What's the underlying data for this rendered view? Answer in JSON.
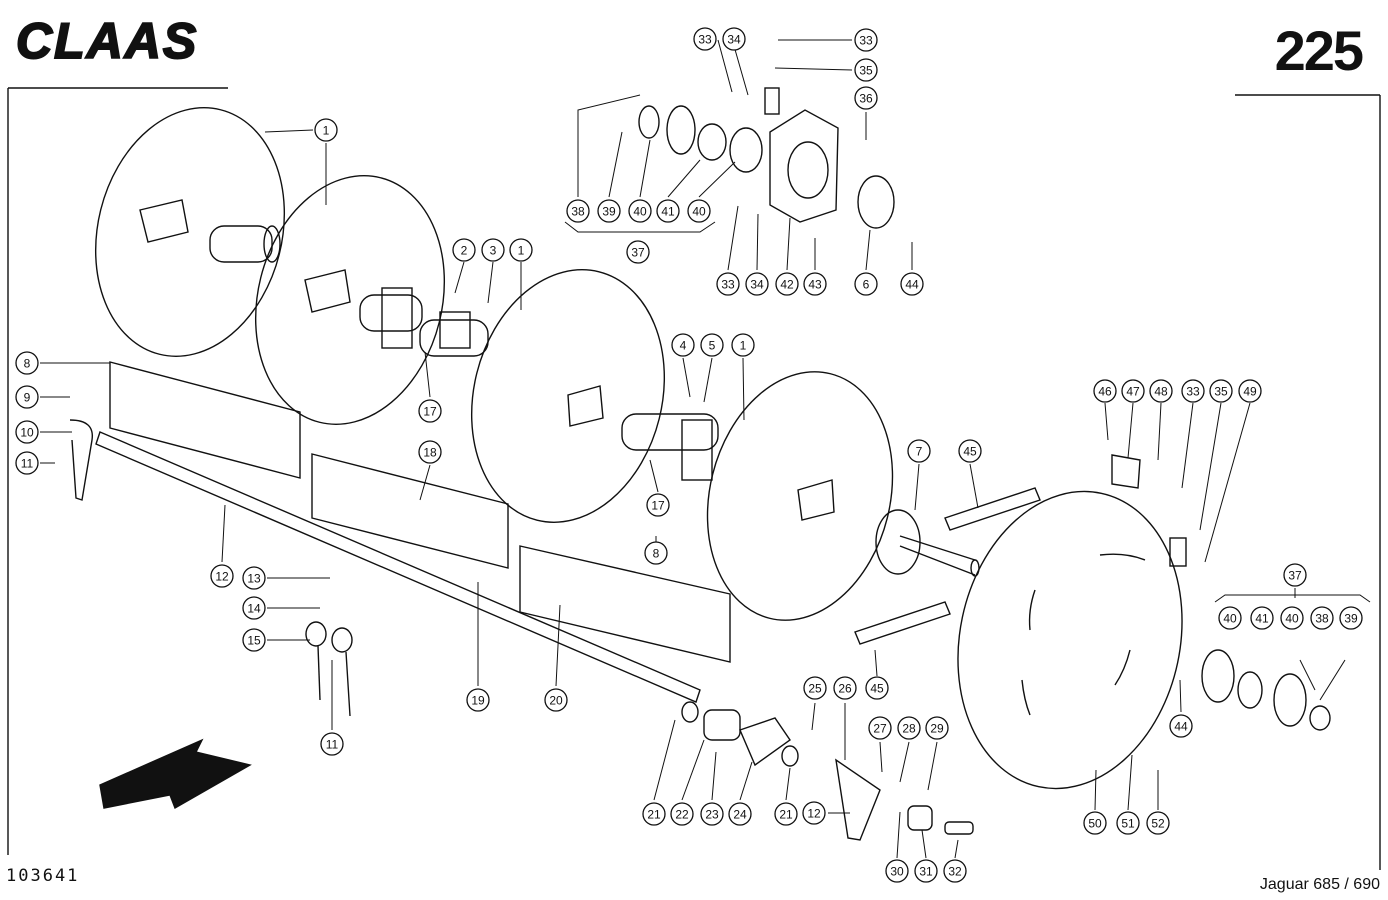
{
  "brand": "CLAAS",
  "page_number": "225",
  "document_number": "103641",
  "model": "Jaguar 685 / 690",
  "callouts": [
    {
      "id": "c33a",
      "label": "33"
    },
    {
      "id": "c34a",
      "label": "34"
    },
    {
      "id": "c33b",
      "label": "33"
    },
    {
      "id": "c35a",
      "label": "35"
    },
    {
      "id": "c36",
      "label": "36"
    },
    {
      "id": "c38a",
      "label": "38"
    },
    {
      "id": "c39a",
      "label": "39"
    },
    {
      "id": "c40a",
      "label": "40"
    },
    {
      "id": "c41a",
      "label": "41"
    },
    {
      "id": "c40b",
      "label": "40"
    },
    {
      "id": "c37a",
      "label": "37"
    },
    {
      "id": "c33c",
      "label": "33"
    },
    {
      "id": "c34b",
      "label": "34"
    },
    {
      "id": "c42",
      "label": "42"
    },
    {
      "id": "c43",
      "label": "43"
    },
    {
      "id": "c6",
      "label": "6"
    },
    {
      "id": "c44a",
      "label": "44"
    },
    {
      "id": "c1a",
      "label": "1"
    },
    {
      "id": "c2",
      "label": "2"
    },
    {
      "id": "c3",
      "label": "3"
    },
    {
      "id": "c1b",
      "label": "1"
    },
    {
      "id": "c4",
      "label": "4"
    },
    {
      "id": "c5",
      "label": "5"
    },
    {
      "id": "c1c",
      "label": "1"
    },
    {
      "id": "c8a",
      "label": "8"
    },
    {
      "id": "c9",
      "label": "9"
    },
    {
      "id": "c10",
      "label": "10"
    },
    {
      "id": "c11a",
      "label": "11"
    },
    {
      "id": "c17a",
      "label": "17"
    },
    {
      "id": "c18",
      "label": "18"
    },
    {
      "id": "c17b",
      "label": "17"
    },
    {
      "id": "c7",
      "label": "7"
    },
    {
      "id": "c45a",
      "label": "45"
    },
    {
      "id": "c46",
      "label": "46"
    },
    {
      "id": "c47",
      "label": "47"
    },
    {
      "id": "c48",
      "label": "48"
    },
    {
      "id": "c33d",
      "label": "33"
    },
    {
      "id": "c35b",
      "label": "35"
    },
    {
      "id": "c49",
      "label": "49"
    },
    {
      "id": "c12a",
      "label": "12"
    },
    {
      "id": "c13",
      "label": "13"
    },
    {
      "id": "c14",
      "label": "14"
    },
    {
      "id": "c15",
      "label": "15"
    },
    {
      "id": "c11b",
      "label": "11"
    },
    {
      "id": "c19",
      "label": "19"
    },
    {
      "id": "c20",
      "label": "20"
    },
    {
      "id": "c8b",
      "label": "8"
    },
    {
      "id": "c37b",
      "label": "37"
    },
    {
      "id": "c40c",
      "label": "40"
    },
    {
      "id": "c41b",
      "label": "41"
    },
    {
      "id": "c40d",
      "label": "40"
    },
    {
      "id": "c38b",
      "label": "38"
    },
    {
      "id": "c39b",
      "label": "39"
    },
    {
      "id": "c44b",
      "label": "44"
    },
    {
      "id": "c45b",
      "label": "45"
    },
    {
      "id": "c25",
      "label": "25"
    },
    {
      "id": "c26",
      "label": "26"
    },
    {
      "id": "c27",
      "label": "27"
    },
    {
      "id": "c28",
      "label": "28"
    },
    {
      "id": "c29",
      "label": "29"
    },
    {
      "id": "c21a",
      "label": "21"
    },
    {
      "id": "c22",
      "label": "22"
    },
    {
      "id": "c23",
      "label": "23"
    },
    {
      "id": "c24",
      "label": "24"
    },
    {
      "id": "c21b",
      "label": "21"
    },
    {
      "id": "c12b",
      "label": "12"
    },
    {
      "id": "c30",
      "label": "30"
    },
    {
      "id": "c31",
      "label": "31"
    },
    {
      "id": "c32",
      "label": "32"
    },
    {
      "id": "c50",
      "label": "50"
    },
    {
      "id": "c51",
      "label": "51"
    },
    {
      "id": "c52",
      "label": "52"
    }
  ]
}
